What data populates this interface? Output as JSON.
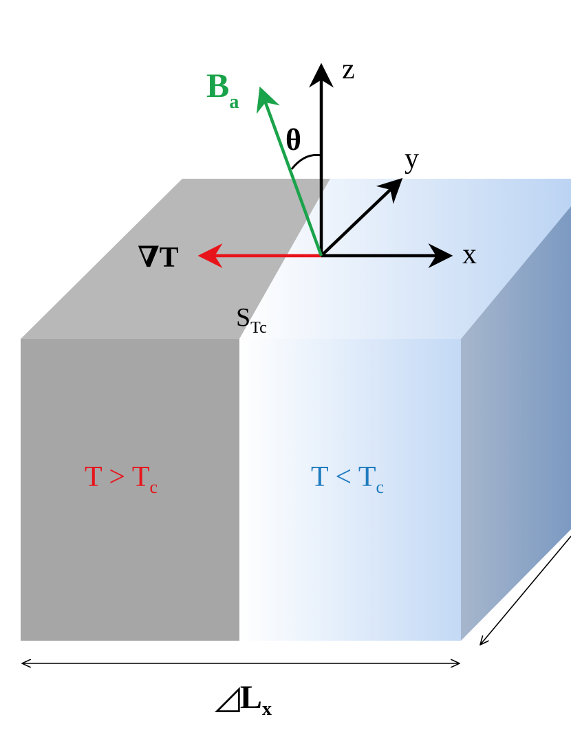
{
  "labels": {
    "field": "B",
    "field_sub": "a",
    "axis_z": "z",
    "axis_y": "y",
    "axis_x": "x",
    "angle": "θ",
    "gradient": "∇T",
    "interface": "S",
    "interface_sub": "Tc",
    "hot_region": "T > T",
    "hot_region_sub": "c",
    "cold_region": "T < T",
    "cold_region_sub": "c",
    "length_symbol": "◿",
    "length": "L",
    "length_sub": "x"
  },
  "colors": {
    "hot_front": "#a6a6a6",
    "hot_top": "#b8b8b8",
    "cold_light": "#ffffff",
    "cold_front": "#c3d9f5",
    "cold_top": "#bcd4f3",
    "side_light": "#a6b6cc",
    "side_dark": "#7c9ac2",
    "field_arrow": "#1aa34a",
    "gradient_arrow": "#e8141b",
    "hot_text": "#e8141b",
    "cold_text": "#1e7bbf",
    "axes": "#000000"
  }
}
